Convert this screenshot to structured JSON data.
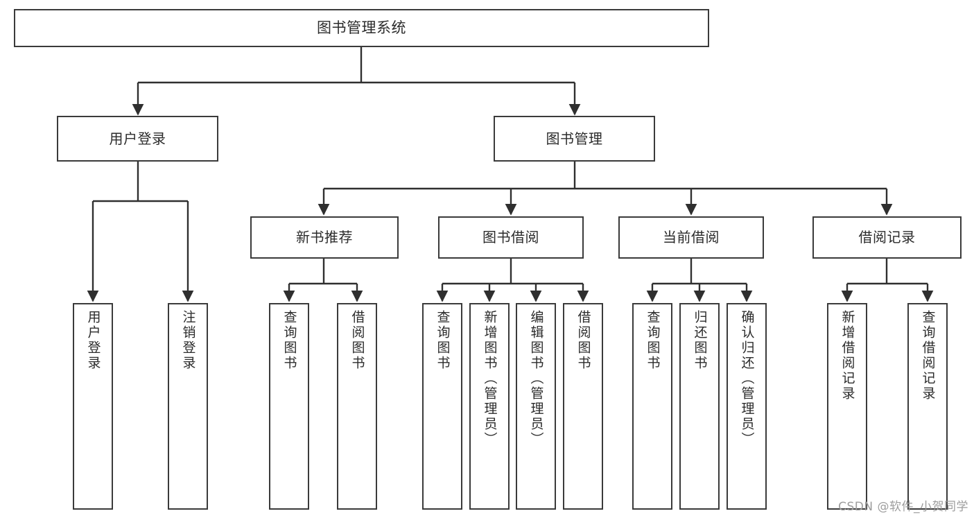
{
  "diagram": {
    "title": "图书管理系统",
    "watermark": "CSDN @软件_小贺同学",
    "colors": {
      "box_border": "#3a3a3a",
      "box_fill": "#ffffff",
      "edge": "#2f2f2f",
      "text": "#2b2b2b",
      "watermark": "#9d9d9d"
    },
    "root": {
      "label": "图书管理系统"
    },
    "level1": [
      {
        "label": "用户登录"
      },
      {
        "label": "图书管理"
      }
    ],
    "level2": [
      {
        "label": "新书推荐"
      },
      {
        "label": "图书借阅"
      },
      {
        "label": "当前借阅"
      },
      {
        "label": "借阅记录"
      }
    ],
    "leaves": {
      "user_login": [
        {
          "label": "用户登录"
        },
        {
          "label": "注销登录"
        }
      ],
      "new_book_recommend": [
        {
          "label": "查询图书"
        },
        {
          "label": "借阅图书"
        }
      ],
      "book_borrow": [
        {
          "label": "查询图书"
        },
        {
          "label": "新增图书（管理员）"
        },
        {
          "label": "编辑图书（管理员）"
        },
        {
          "label": "借阅图书"
        }
      ],
      "current_borrow": [
        {
          "label": "查询图书"
        },
        {
          "label": "归还图书"
        },
        {
          "label": "确认归还（管理员）"
        }
      ],
      "borrow_record": [
        {
          "label": "新增借阅记录"
        },
        {
          "label": "查询借阅记录"
        }
      ]
    }
  }
}
